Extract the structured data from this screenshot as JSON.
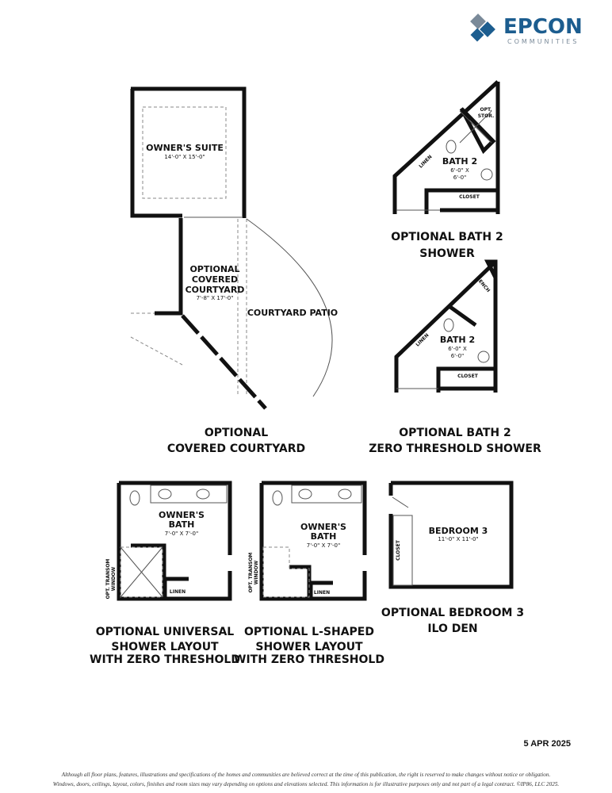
{
  "logo": {
    "brand": "EPCON",
    "sub": "COMMUNITIES",
    "color": "#1c5d8f",
    "icon": "epcon-logo-icon"
  },
  "courtyard": {
    "owners_suite": "OWNER'S SUITE",
    "owners_suite_dim": "14'-0\" X 15'-0\"",
    "label_lines": [
      "OPTIONAL",
      "COVERED",
      "COURTYARD"
    ],
    "dim": "7'-8\" X 17'-0\"",
    "patio": "COURTYARD PATIO",
    "title_lines": [
      "OPTIONAL",
      "COVERED COURTYARD"
    ]
  },
  "bath2_shower": {
    "opt_stor": [
      "OPT.",
      "STOR."
    ],
    "linen": "LINEN",
    "bath": "BATH 2",
    "dim": [
      "6'-0\" X",
      "6'-0\""
    ],
    "closet": "CLOSET",
    "title_lines": [
      "OPTIONAL BATH 2",
      "SHOWER"
    ]
  },
  "bath2_zero": {
    "bench": "BENCH",
    "linen": "LINEN",
    "bath": "BATH 2",
    "dim": [
      "6'-0\" X",
      "6'-0\""
    ],
    "closet": "CLOSET",
    "title_lines": [
      "OPTIONAL BATH 2",
      "ZERO THRESHOLD SHOWER"
    ]
  },
  "universal": {
    "bath": [
      "OWNER'S",
      "BATH"
    ],
    "dim": "7'-0\" X 7'-0\"",
    "window": [
      "OPT. TRANSOM",
      "WINDOW"
    ],
    "linen": "LINEN",
    "title_lines": [
      "OPTIONAL UNIVERSAL",
      "SHOWER LAYOUT",
      "WITH ZERO THRESHOLD"
    ]
  },
  "lshaped": {
    "bath": [
      "OWNER'S",
      "BATH"
    ],
    "dim": "7'-0\" X 7'-0\"",
    "window": [
      "OPT. TRANSOM",
      "WINDOW"
    ],
    "linen": "LINEN",
    "title_lines": [
      "OPTIONAL L-SHAPED",
      "SHOWER LAYOUT",
      "WITH ZERO THRESHOLD"
    ]
  },
  "bedroom3": {
    "room": "BEDROOM 3",
    "dim": "11'-0\" X 11'-0\"",
    "closet": "CLOSET",
    "title_lines": [
      "OPTIONAL BEDROOM 3",
      "ILO DEN"
    ]
  },
  "date": "5 APR 2025",
  "disclaimer": [
    "Although all floor plans, features, illustrations and specifications of the homes and communities are believed correct at the time of this publication, the right is reserved to make changes without notice or obligation.",
    "Windows, doors, ceilings, layout, colors, finishes and room sizes may vary depending on options and elevations selected. This information is for illustrative purposes only and not part of a legal contract.  ©IP86, LLC 2025."
  ]
}
